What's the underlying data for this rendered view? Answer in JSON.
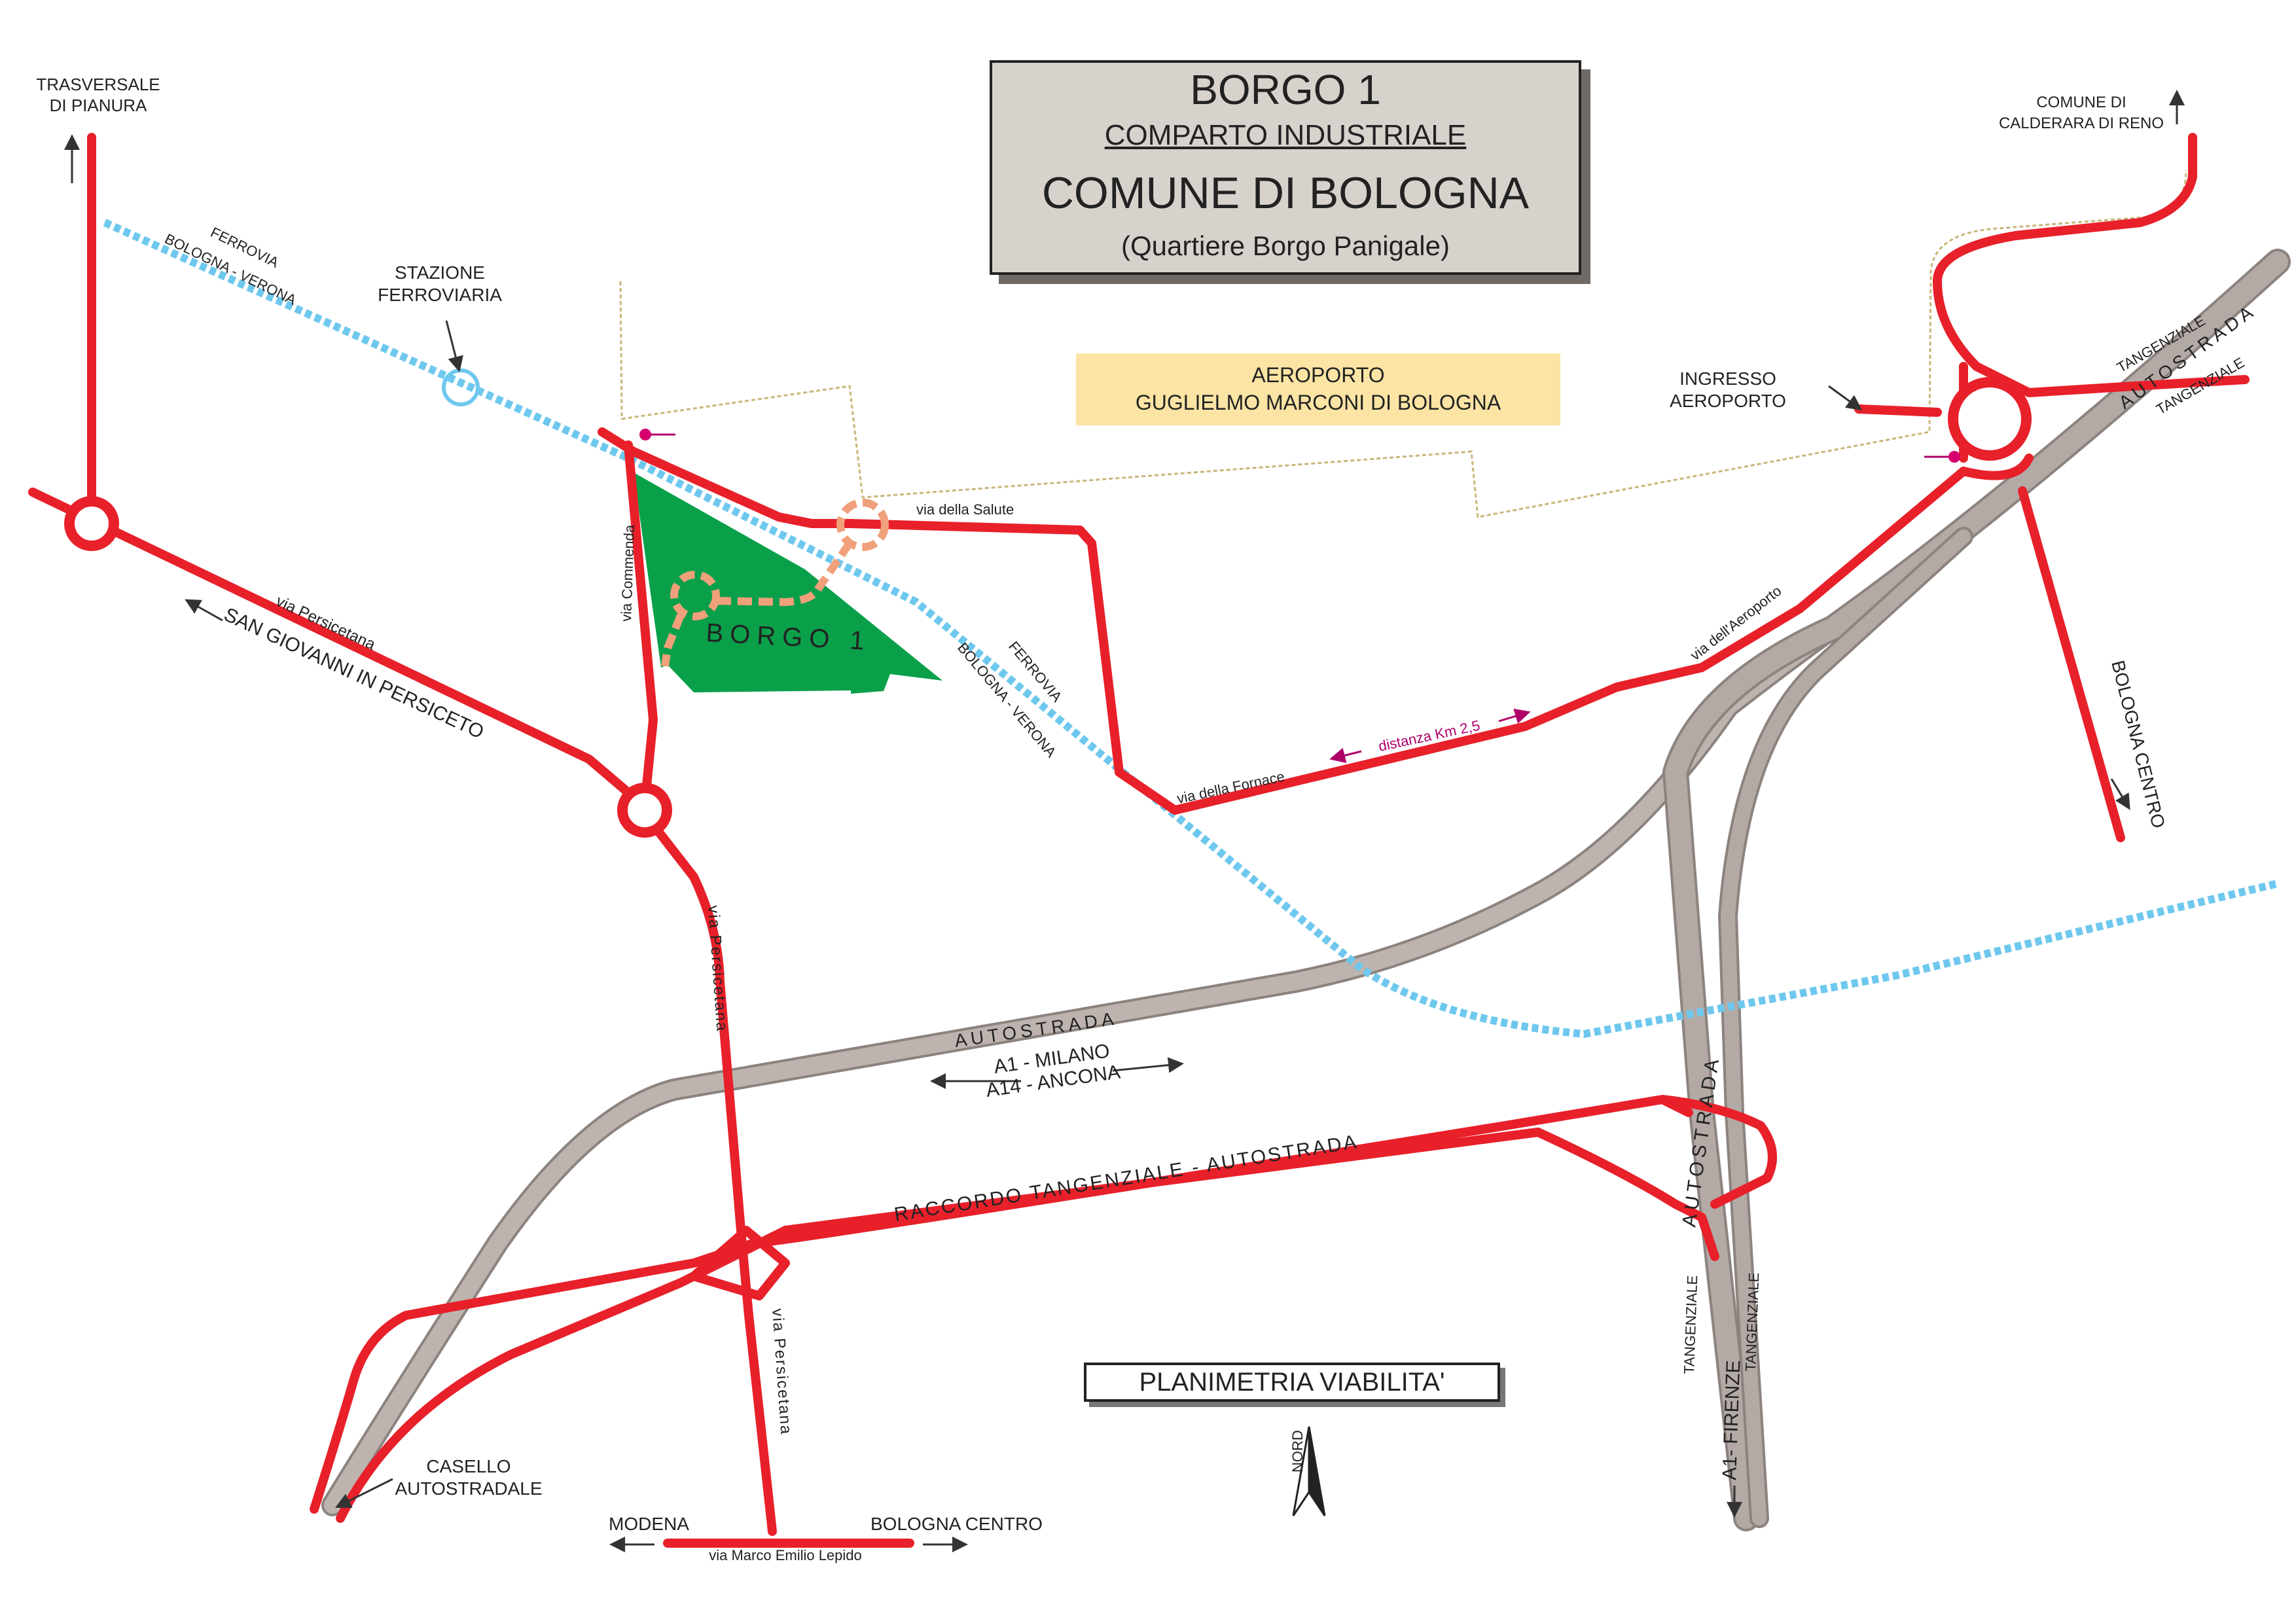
{
  "title": {
    "line1": "BORGO 1",
    "line2": "COMPARTO INDUSTRIALE",
    "line3": "COMUNE DI BOLOGNA",
    "line4": "(Quartiere Borgo Panigale)"
  },
  "airport": {
    "line1": "AEROPORTO",
    "line2": "GUGLIELMO MARCONI DI BOLOGNA"
  },
  "plan_label": "PLANIMETRIA VIABILITA'",
  "area_label": "BORGO 1",
  "north_label": "NORD",
  "labels": {
    "trasversale_1": "TRASVERSALE",
    "trasversale_2": "DI PIANURA",
    "ferrovia_1": "FERROVIA",
    "ferrovia_2": "BOLOGNA - VERONA",
    "stazione_1": "STAZIONE",
    "stazione_2": "FERROVIARIA",
    "via_persicetana": "via Persicetana",
    "san_giovanni": "SAN GIOVANNI IN PERSICETO",
    "via_commenda": "via Commenda",
    "via_salute": "via della Salute",
    "via_fornace": "via della Fornace",
    "distanza": "distanza Km 2,5",
    "via_aeroporto": "via dell'Aeroporto",
    "ingresso_1": "INGRESSO",
    "ingresso_2": "AEROPORTO",
    "calderara_1": "COMUNE DI",
    "calderara_2": "CALDERARA DI RENO",
    "tangenziale": "TANGENZIALE",
    "autostrada": "AUTOSTRADA",
    "bologna_centro": "BOLOGNA CENTRO",
    "a1_milano": "A1 - MILANO",
    "a14_ancona": "A14 - ANCONA",
    "raccordo": "RACCORDO  TANGENZIALE - AUTOSTRADA",
    "a1_firenze": "A1- FIRENZE",
    "casello_1": "CASELLO",
    "casello_2": "AUTOSTRADALE",
    "modena": "MODENA",
    "via_lepido": "via  Marco Emilio Lepido"
  },
  "colors": {
    "road": "#e8202a",
    "motorway": "#b3aaa6",
    "motorway_edge": "#8c837f",
    "railway": "#6ec8ee",
    "area": "#0aa04a",
    "project_road": "#f0a07a",
    "boundary": "#c9b678",
    "marker": "#d4006e"
  }
}
